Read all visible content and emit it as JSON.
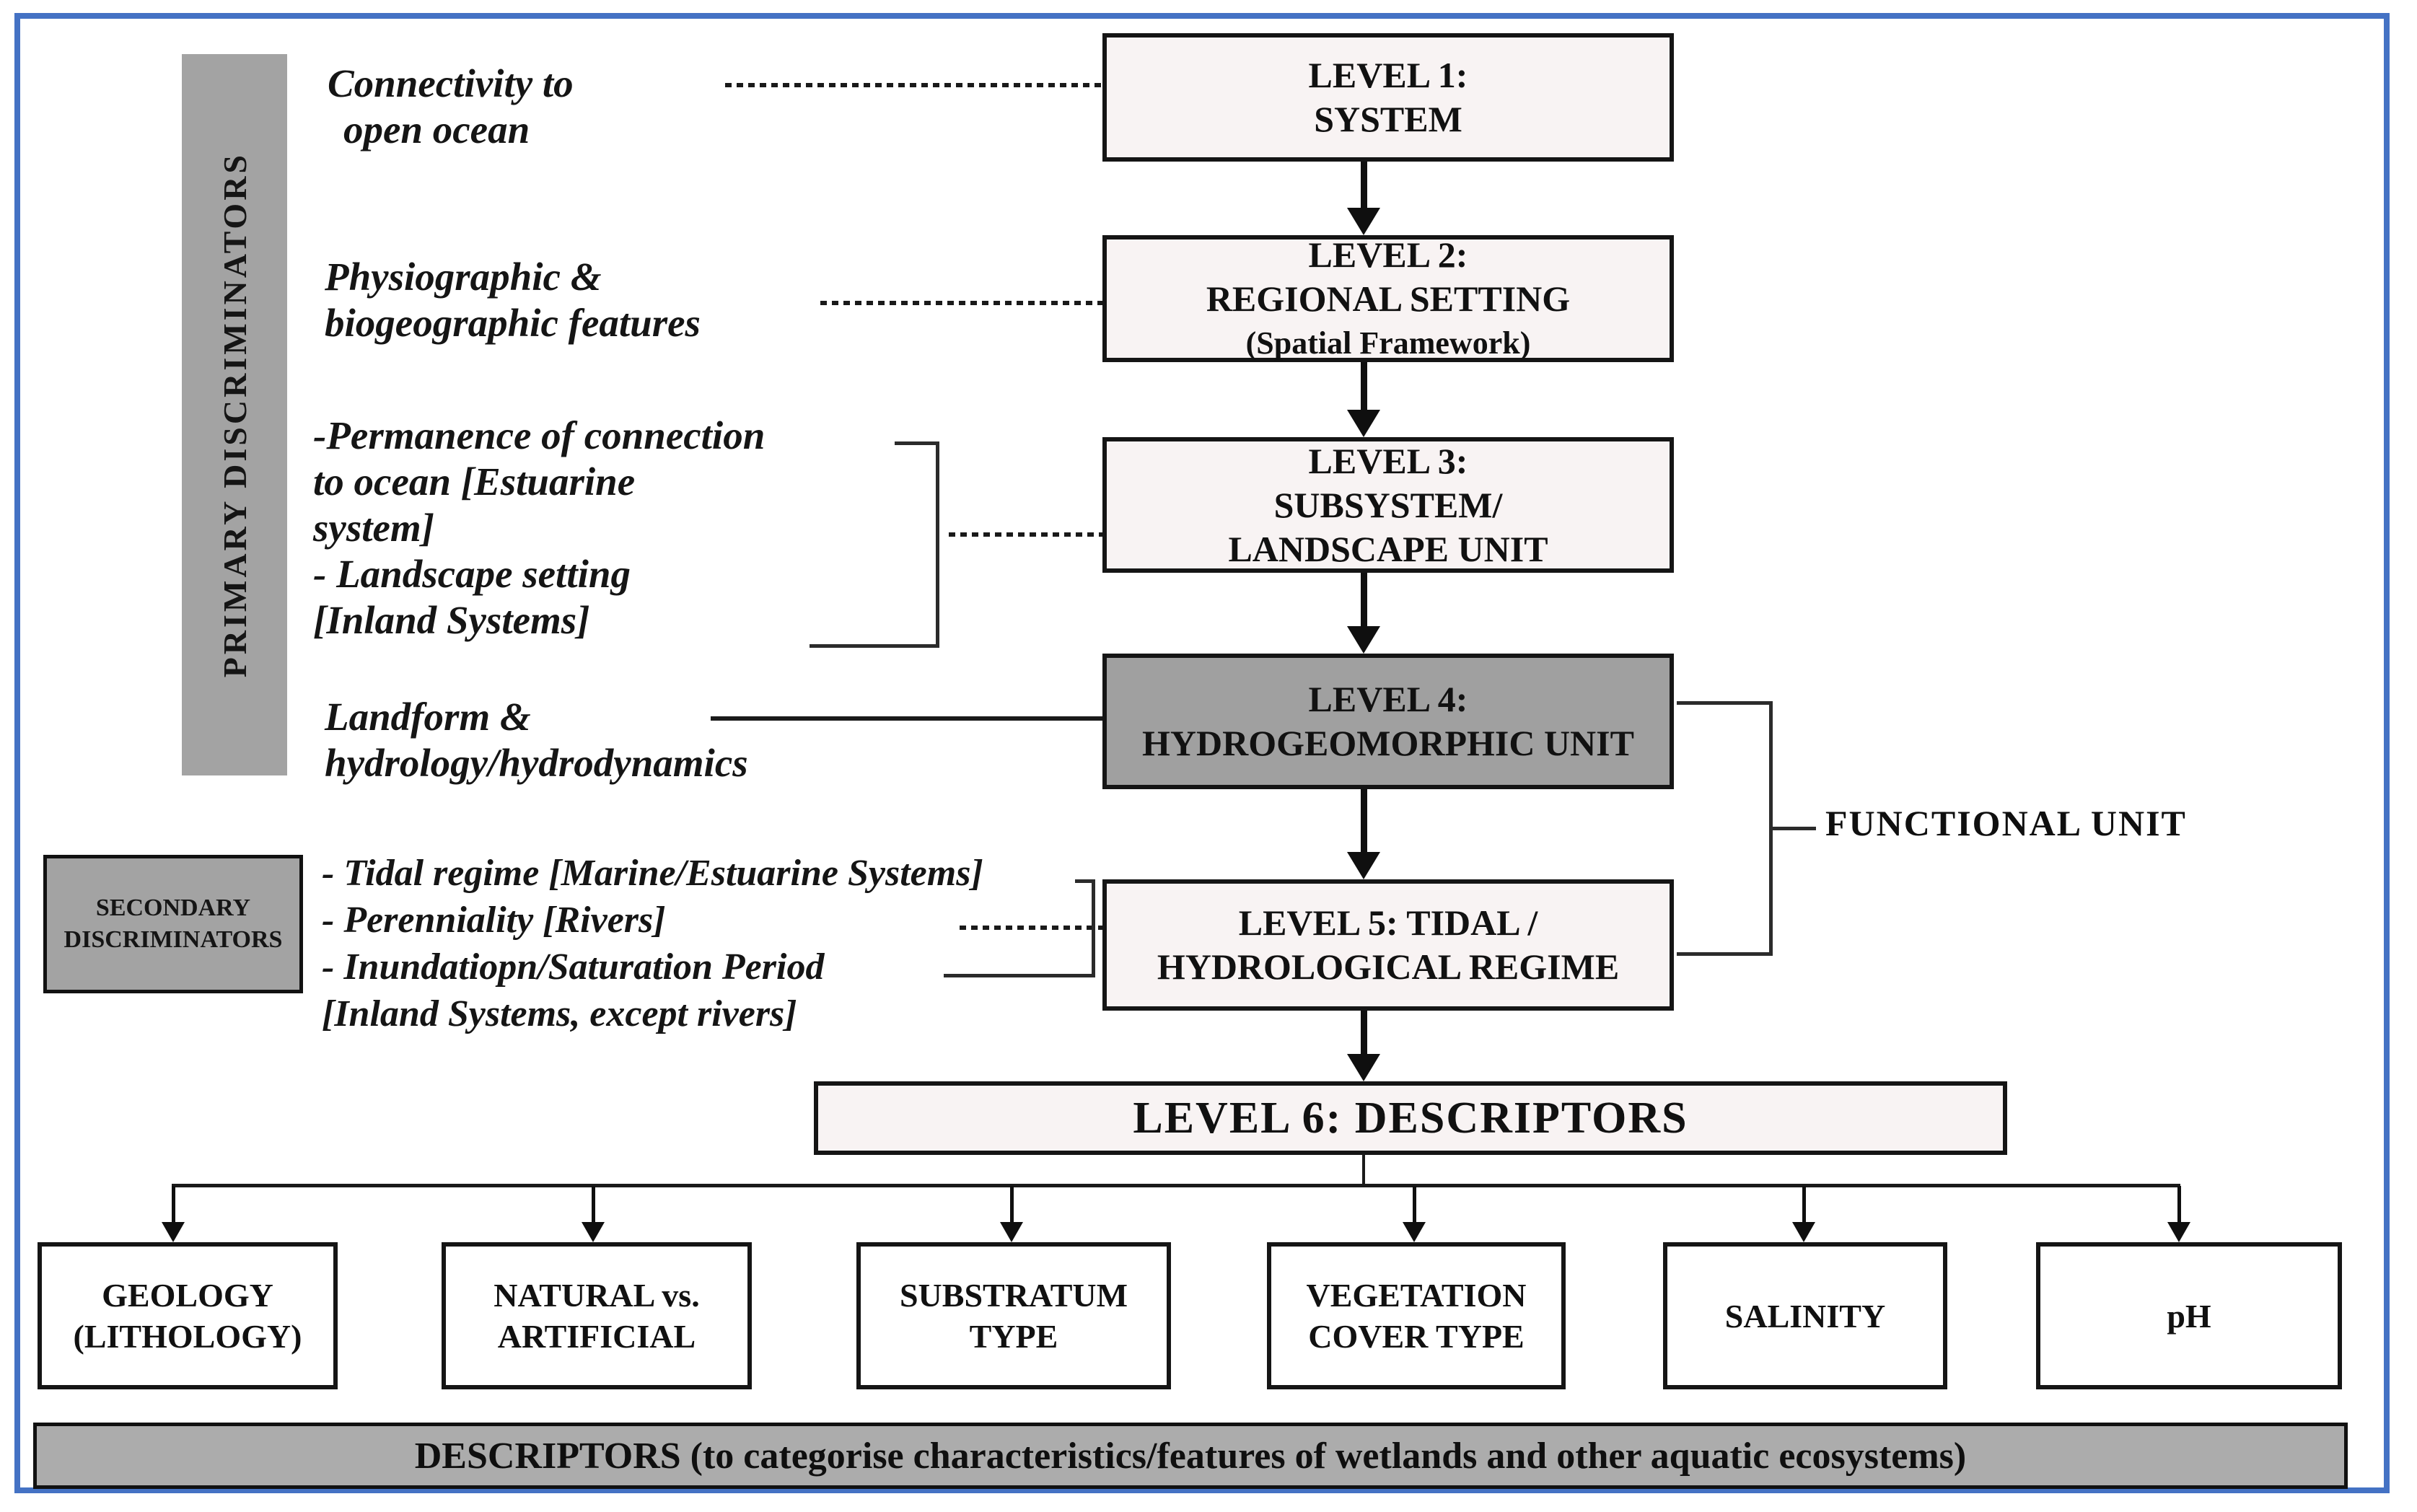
{
  "colors": {
    "frame_blue": "#4472C4",
    "gray_fill": "#A3A3A3",
    "level4_gray": "#A0A0A0",
    "level_box_fill": "#F8F3F3",
    "footer_gray": "#ACACAC",
    "line_black": "#1A1A1A"
  },
  "primary_discriminators_label": "PRIMARY DISCRIMINATORS",
  "secondary_discriminators": {
    "lines": [
      "SECONDARY",
      "DISCRIMINATORS"
    ]
  },
  "left_labels": {
    "connectivity": {
      "lines": [
        "Connectivity to",
        "open ocean"
      ]
    },
    "physiographic": {
      "lines": [
        "Physiographic &",
        "biogeographic features"
      ]
    },
    "permanence": {
      "lines": [
        "-Permanence of connection",
        "to ocean [Estuarine",
        "system]",
        "- Landscape setting",
        "[Inland Systems]"
      ]
    },
    "landform": {
      "lines": [
        "Landform &",
        "hydrology/hydrodynamics"
      ]
    },
    "secondary_bullets": {
      "lines": [
        "- Tidal regime [Marine/Estuarine Systems]",
        "- Perenniality [Rivers]",
        "- Inundatiopn/Saturation Period",
        "[Inland Systems, except rivers]"
      ]
    }
  },
  "levels": [
    {
      "lines": [
        "LEVEL 1:",
        "SYSTEM"
      ]
    },
    {
      "lines": [
        "LEVEL 2:",
        "REGIONAL SETTING",
        "(Spatial Framework)"
      ]
    },
    {
      "lines": [
        "LEVEL 3:",
        "SUBSYSTEM/",
        "LANDSCAPE UNIT"
      ]
    },
    {
      "lines": [
        "LEVEL 4:",
        "HYDROGEOMORPHIC UNIT"
      ]
    },
    {
      "lines": [
        "LEVEL 5: TIDAL /",
        "HYDROLOGICAL REGIME"
      ]
    },
    {
      "lines": [
        "LEVEL 6: DESCRIPTORS"
      ]
    }
  ],
  "functional_unit_label": "FUNCTIONAL UNIT",
  "descriptor_boxes": [
    {
      "lines": [
        "GEOLOGY",
        "(LITHOLOGY)"
      ]
    },
    {
      "lines": [
        "NATURAL vs.",
        "ARTIFICIAL"
      ]
    },
    {
      "lines": [
        "SUBSTRATUM",
        "TYPE"
      ]
    },
    {
      "lines": [
        "VEGETATION",
        "COVER TYPE"
      ]
    },
    {
      "lines": [
        "SALINITY"
      ]
    },
    {
      "lines": [
        "pH"
      ]
    }
  ],
  "footer_bar": "DESCRIPTORS (to categorise characteristics/features of wetlands and other aquatic ecosystems)"
}
